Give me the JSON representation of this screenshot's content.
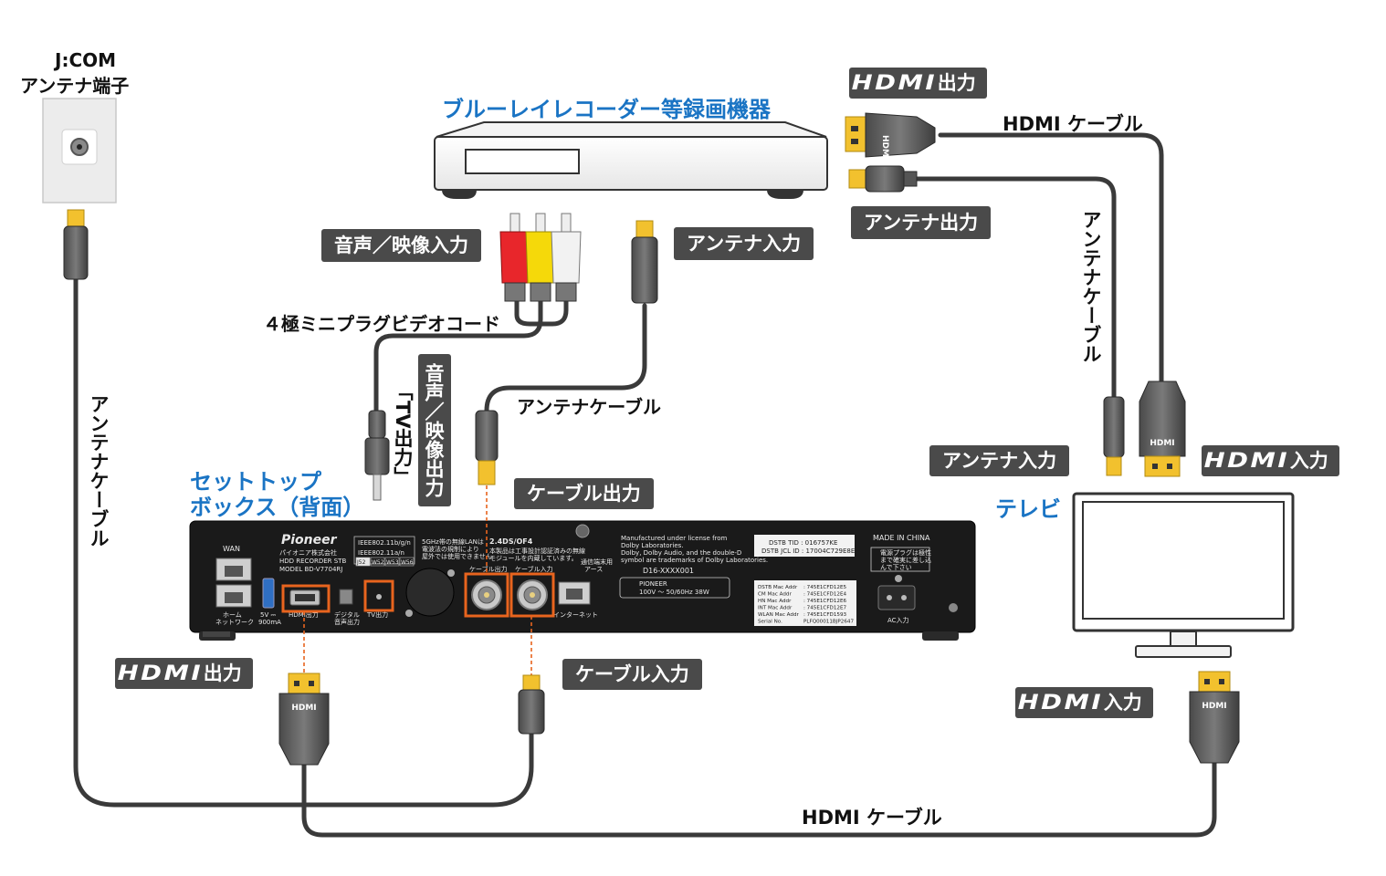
{
  "labels": {
    "jcom_terminal_line1": "J:COM",
    "jcom_terminal_line2": "アンテナ端子",
    "recorder_title": "ブルーレイレコーダー等録画機器",
    "stb_title_line1": "セットトップ",
    "stb_title_line2": "ボックス（背面）",
    "tv_title": "テレビ",
    "av_input": "音声／映像入力",
    "antenna_input_top": "アンテナ入力",
    "hdmi_output_top_suffix": "出力",
    "hdmi_cable_top": "HDMI ケーブル",
    "antenna_output": "アンテナ出力",
    "antenna_cable_right": "アンテナケーブル",
    "mini_plug_cord": "４極ミニプラグビデオコード",
    "tv_output_vertical": "「TV出力」",
    "av_output_vertical": "音声／映像出力",
    "antenna_cable_middle": "アンテナケーブル",
    "cable_output": "ケーブル出力",
    "antenna_cable_left": "アンテナケーブル",
    "antenna_input_tv": "アンテナ入力",
    "hdmi_input_tv_suffix": "入力",
    "hdmi_output_stb_suffix": "出力",
    "cable_input": "ケーブル入力",
    "hdmi_input_bottom_suffix": "入力",
    "hdmi_cable_bottom": "HDMI ケーブル",
    "hdmi_logo": "HDMI"
  },
  "stb_panel": {
    "brand": "Pioneer",
    "company": "パイオニア株式会社",
    "model_line1": "HDD RECORDER STB",
    "model_line2": "MODEL BD-V7704RJ",
    "ieee_line1": "IEEE802.11b/g/n",
    "ieee_line2": "IEEE802.11a/n",
    "w_labels": [
      "J52",
      "W52",
      "W53",
      "W56"
    ],
    "lan_note_line1": "5GHz帯の無線LANは",
    "lan_note_line2": "電波法の規制により",
    "lan_note_line3": "屋外では使用できません",
    "wan": "WAN",
    "home_network_line1": "ホーム",
    "home_network_line2": "ネットワーク",
    "usb_power_line1": "5V ⎓",
    "usb_power_line2": "900mA",
    "hdmi_out": "HDMI出力",
    "digital_audio_line1": "デジタル",
    "digital_audio_line2": "音声出力",
    "tv_out": "TV出力",
    "cable_out": "ケーブル出力",
    "cable_in": "ケーブル入力",
    "internet": "インターネット",
    "standard": "2.4DS/OF4",
    "cert_note_line1": "本製品は工事設計認証済みの無線",
    "cert_note_line2": "モジュールを内蔵しています。",
    "ground_line1": "通信端末用",
    "ground_line2": "アース",
    "dolby_line1": "Manufactured under license from",
    "dolby_line2": "Dolby Laboratories.",
    "dolby_line3": "Dolby, Dolby Audio, and the double-D",
    "dolby_line4": "symbol are trademarks of Dolby Laboratories.",
    "cert_code": "D16-XXXX001",
    "pioneer_small": "PIONEER",
    "power_rating": "100V ～ 50/60Hz 38W",
    "dstb_tid": "DSTB TID : 016757KE",
    "dstb_jcl": "DSTB JCL ID : 17004C729E8E",
    "made_in": "MADE IN CHINA",
    "plug_note_line1": "電源プラグは極性",
    "plug_note_line2": "まで確実に差し込",
    "plug_note_line3": "んで下さい",
    "mac_rows": [
      {
        "k": "DSTB Mac Addr",
        "v": ": 745E1CFD12E5"
      },
      {
        "k": "CM Mac Addr",
        "v": ": 745E1CFD12E4"
      },
      {
        "k": "HN Mac Addr",
        "v": ": 745E1CFD12E6"
      },
      {
        "k": "INT Mac Addr",
        "v": ": 745E1CFD12E7"
      },
      {
        "k": "WLAN Mac Addr",
        "v": ": 745E1CFD1593"
      },
      {
        "k": "Serial No.",
        "v": "PLFQ00011BJP2647"
      }
    ],
    "ac_in": "AC入力"
  },
  "colors": {
    "label_pill": "#4a4a4a",
    "title_blue": "#1a74c4",
    "highlight_orange": "#e8641e",
    "cable": "#3a3a3a",
    "connector_gold": "#f2c12e",
    "rca_red": "#e8262b",
    "rca_yellow": "#f5d90a",
    "rca_white": "#eeeeee"
  }
}
